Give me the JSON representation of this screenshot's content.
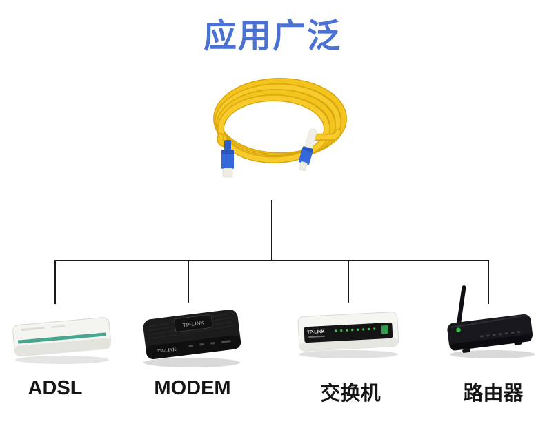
{
  "title": "应用广泛",
  "hero": {
    "image_name": "fiber-optic-patch-cable-photo",
    "cable_type": "SC-LC yellow fiber patch cord"
  },
  "colors": {
    "title_blue": "#4a72d4",
    "connector_line": "#1a1a1a",
    "label_text": "#151515",
    "cable_jacket": "#f3c41d",
    "cable_jacket_shadow": "#d9a60e",
    "connector_blue": "#3568d8",
    "connector_white": "#efece4",
    "adsl_led_teal": "#49a58f",
    "switch_led_green": "#35c24a",
    "device_black": "#1c1c1c",
    "device_white": "#f5f5f2"
  },
  "devices": [
    {
      "label": "ADSL",
      "image_name": "adsl-modem-white",
      "brand": ""
    },
    {
      "label": "MODEM",
      "image_name": "tplink-modem-black",
      "brand": "TP-LINK"
    },
    {
      "label": "交换机",
      "image_name": "tplink-switch-white",
      "brand": "TP-LINK"
    },
    {
      "label": "路由器",
      "image_name": "wireless-router-black",
      "brand": ""
    }
  ]
}
